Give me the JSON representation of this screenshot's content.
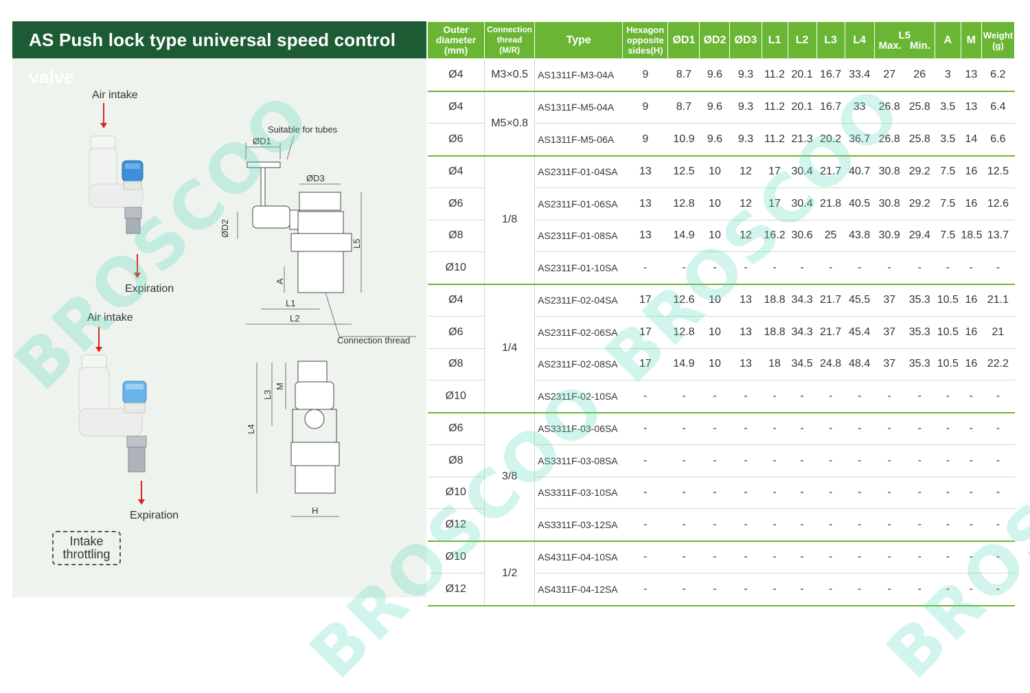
{
  "title": "AS Push lock type universal speed control valve",
  "labels": {
    "air_intake_1": "Air intake",
    "expiration_1": "Expiration",
    "air_intake_2": "Air intake",
    "expiration_2": "Expiration",
    "suitable_tubes": "Suitable for tubes",
    "connection_thread": "Connection thread",
    "mode_line1": "Intake",
    "mode_line2": "throttling"
  },
  "dims": {
    "d1": "ØD1",
    "d2": "ØD2",
    "d3": "ØD3",
    "l1": "L1",
    "l2": "L2",
    "l3": "L3",
    "l4": "L4",
    "l5": "L5",
    "a": "A",
    "m": "M",
    "h": "H"
  },
  "watermark": "BROSCOO",
  "colors": {
    "title_bg": "#1d5b35",
    "header_bg": "#6ab533",
    "panel_bg": "#eef3ee"
  },
  "table": {
    "headers": {
      "outer": [
        "Outer",
        "diameter",
        "(mm)"
      ],
      "thread": [
        "Connection",
        "thread",
        "(M/R)"
      ],
      "type": "Type",
      "hex": [
        "Hexagon",
        "opposite",
        "sides(H)"
      ],
      "d1": "ØD1",
      "d2": "ØD2",
      "d3": "ØD3",
      "l1": "L1",
      "l2": "L2",
      "l3": "L3",
      "l4": "L4",
      "l5": "L5",
      "l5max": "Max.",
      "l5min": "Min.",
      "a": "A",
      "m": "M",
      "weight": [
        "Weight",
        "(g)"
      ]
    },
    "groups": [
      {
        "thread": "M3×0.5",
        "rows": [
          {
            "od": "Ø4",
            "type": "AS1311F-M3-04A",
            "vals": [
              "9",
              "8.7",
              "9.6",
              "9.3",
              "11.2",
              "20.1",
              "16.7",
              "33.4",
              "27",
              "26",
              "3",
              "13",
              "6.2"
            ]
          }
        ]
      },
      {
        "thread": "M5×0.8",
        "rows": [
          {
            "od": "Ø4",
            "type": "AS1311F-M5-04A",
            "vals": [
              "9",
              "8.7",
              "9.6",
              "9.3",
              "11.2",
              "20.1",
              "16.7",
              "33",
              "26.8",
              "25.8",
              "3.5",
              "13",
              "6.4"
            ]
          },
          {
            "od": "Ø6",
            "type": "AS1311F-M5-06A",
            "vals": [
              "9",
              "10.9",
              "9.6",
              "9.3",
              "11.2",
              "21.3",
              "20.2",
              "36.7",
              "26.8",
              "25.8",
              "3.5",
              "14",
              "6.6"
            ]
          }
        ]
      },
      {
        "thread": "1/8",
        "rows": [
          {
            "od": "Ø4",
            "type": "AS2311F-01-04SA",
            "vals": [
              "13",
              "12.5",
              "10",
              "12",
              "17",
              "30.4",
              "21.7",
              "40.7",
              "30.8",
              "29.2",
              "7.5",
              "16",
              "12.5"
            ]
          },
          {
            "od": "Ø6",
            "type": "AS2311F-01-06SA",
            "vals": [
              "13",
              "12.8",
              "10",
              "12",
              "17",
              "30.4",
              "21.8",
              "40.5",
              "30.8",
              "29.2",
              "7.5",
              "16",
              "12.6"
            ]
          },
          {
            "od": "Ø8",
            "type": "AS2311F-01-08SA",
            "vals": [
              "13",
              "14.9",
              "10",
              "12",
              "16.2",
              "30.6",
              "25",
              "43.8",
              "30.9",
              "29.4",
              "7.5",
              "18.5",
              "13.7"
            ]
          },
          {
            "od": "Ø10",
            "type": "AS2311F-01-10SA",
            "vals": [
              "-",
              "-",
              "-",
              "-",
              "-",
              "-",
              "-",
              "-",
              "-",
              "-",
              "-",
              "-",
              "-"
            ]
          }
        ]
      },
      {
        "thread": "1/4",
        "rows": [
          {
            "od": "Ø4",
            "type": "AS2311F-02-04SA",
            "vals": [
              "17",
              "12.6",
              "10",
              "13",
              "18.8",
              "34.3",
              "21.7",
              "45.5",
              "37",
              "35.3",
              "10.5",
              "16",
              "21.1"
            ]
          },
          {
            "od": "Ø6",
            "type": "AS2311F-02-06SA",
            "vals": [
              "17",
              "12.8",
              "10",
              "13",
              "18.8",
              "34.3",
              "21.7",
              "45.4",
              "37",
              "35.3",
              "10.5",
              "16",
              "21"
            ]
          },
          {
            "od": "Ø8",
            "type": "AS2311F-02-08SA",
            "vals": [
              "17",
              "14.9",
              "10",
              "13",
              "18",
              "34.5",
              "24.8",
              "48.4",
              "37",
              "35.3",
              "10.5",
              "16",
              "22.2"
            ]
          },
          {
            "od": "Ø10",
            "type": "AS2311F-02-10SA",
            "vals": [
              "-",
              "-",
              "-",
              "-",
              "-",
              "-",
              "-",
              "-",
              "-",
              "-",
              "-",
              "-",
              "-"
            ]
          }
        ]
      },
      {
        "thread": "3/8",
        "rows": [
          {
            "od": "Ø6",
            "type": "AS3311F-03-06SA",
            "vals": [
              "-",
              "-",
              "-",
              "-",
              "-",
              "-",
              "-",
              "-",
              "-",
              "-",
              "-",
              "-",
              "-"
            ]
          },
          {
            "od": "Ø8",
            "type": "AS3311F-03-08SA",
            "vals": [
              "-",
              "-",
              "-",
              "-",
              "-",
              "-",
              "-",
              "-",
              "-",
              "-",
              "-",
              "-",
              "-"
            ]
          },
          {
            "od": "Ø10",
            "type": "AS3311F-03-10SA",
            "vals": [
              "-",
              "-",
              "-",
              "-",
              "-",
              "-",
              "-",
              "-",
              "-",
              "-",
              "-",
              "-",
              "-"
            ]
          },
          {
            "od": "Ø12",
            "type": "AS3311F-03-12SA",
            "vals": [
              "-",
              "-",
              "-",
              "-",
              "-",
              "-",
              "-",
              "-",
              "-",
              "-",
              "-",
              "-",
              "-"
            ]
          }
        ]
      },
      {
        "thread": "1/2",
        "rows": [
          {
            "od": "Ø10",
            "type": "AS4311F-04-10SA",
            "vals": [
              "-",
              "-",
              "-",
              "-",
              "-",
              "-",
              "-",
              "-",
              "-",
              "-",
              "-",
              "-",
              "-"
            ]
          },
          {
            "od": "Ø12",
            "type": "AS4311F-04-12SA",
            "vals": [
              "-",
              "-",
              "-",
              "-",
              "-",
              "-",
              "-",
              "-",
              "-",
              "-",
              "-",
              "-",
              "-"
            ]
          }
        ]
      }
    ]
  }
}
